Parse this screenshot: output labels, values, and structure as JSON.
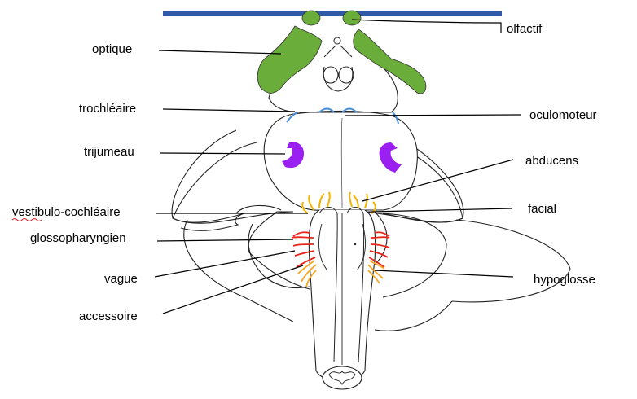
{
  "labels": {
    "olfactif": "olfactif",
    "optique": "optique",
    "trochleaire": "trochléaire",
    "oculomoteur": "oculomoteur",
    "trijumeau": "trijumeau",
    "abducens": "abducens",
    "vestibulo_cochleaire": "vestibulo-cochléaire",
    "facial": "facial",
    "glossopharyngien": "glossopharyngien",
    "vague": "vague",
    "hypoglosse": "hypoglosse",
    "accessoire": "accessoire"
  },
  "colors": {
    "bar": "#2e5aa8",
    "optic": "#6aad3a",
    "trigeminal": "#9b1ff0",
    "oculomotor": "#4a8fd6",
    "facial": "#f2b400",
    "glosso": "#e8251b",
    "hypoglossal": "#f5a623"
  }
}
